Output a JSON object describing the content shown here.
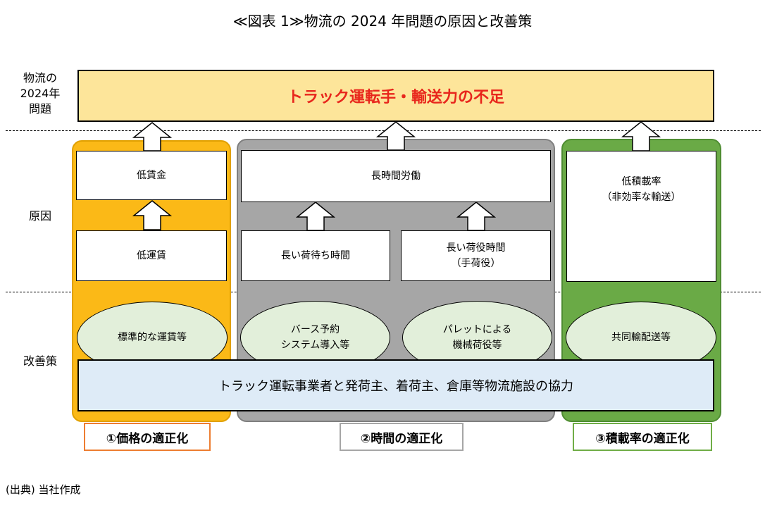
{
  "title": "≪図表 1≫物流の 2024 年問題の原因と改善策",
  "row_labels": {
    "problem": [
      "物流の",
      "2024年",
      "問題"
    ],
    "cause": "原因",
    "measures": "改善策"
  },
  "problem_text": "トラック運転手・輸送力の不足",
  "causes": {
    "low_wage": "低賃金",
    "low_fare": "低運賃",
    "long_hours": "長時間労働",
    "long_wait": "長い荷待ち時間",
    "long_handling": [
      "長い荷役時間",
      "（手荷役）"
    ],
    "low_load": [
      "低積載率",
      "（非効率な輸送）"
    ]
  },
  "measures": {
    "standard_fare": "標準的な運賃等",
    "berth_reservation": [
      "バース予約",
      "システム導入等"
    ],
    "pallet_handling": [
      "パレットによる",
      "機械荷役等"
    ],
    "joint_delivery": "共同輸配送等",
    "cooperation": "トラック運転事業者と発荷主、着荷主、倉庫等物流施設の協力"
  },
  "category_labels": {
    "price": "①価格の適正化",
    "time": "②時間の適正化",
    "load": "③積載率の適正化"
  },
  "source": "(出典) 当社作成",
  "colors": {
    "problem_fill": "#fde59a",
    "problem_text": "#e8261c",
    "price_panel": "#fbb917",
    "time_panel": "#a6a6a6",
    "load_panel": "#6aaa46",
    "ellipse_fill": "#e2efda",
    "cooperation_fill": "#deebf7",
    "price_label_border": "#ed7d31",
    "time_label_border": "#a6a6a6",
    "load_label_border": "#70ad47"
  }
}
